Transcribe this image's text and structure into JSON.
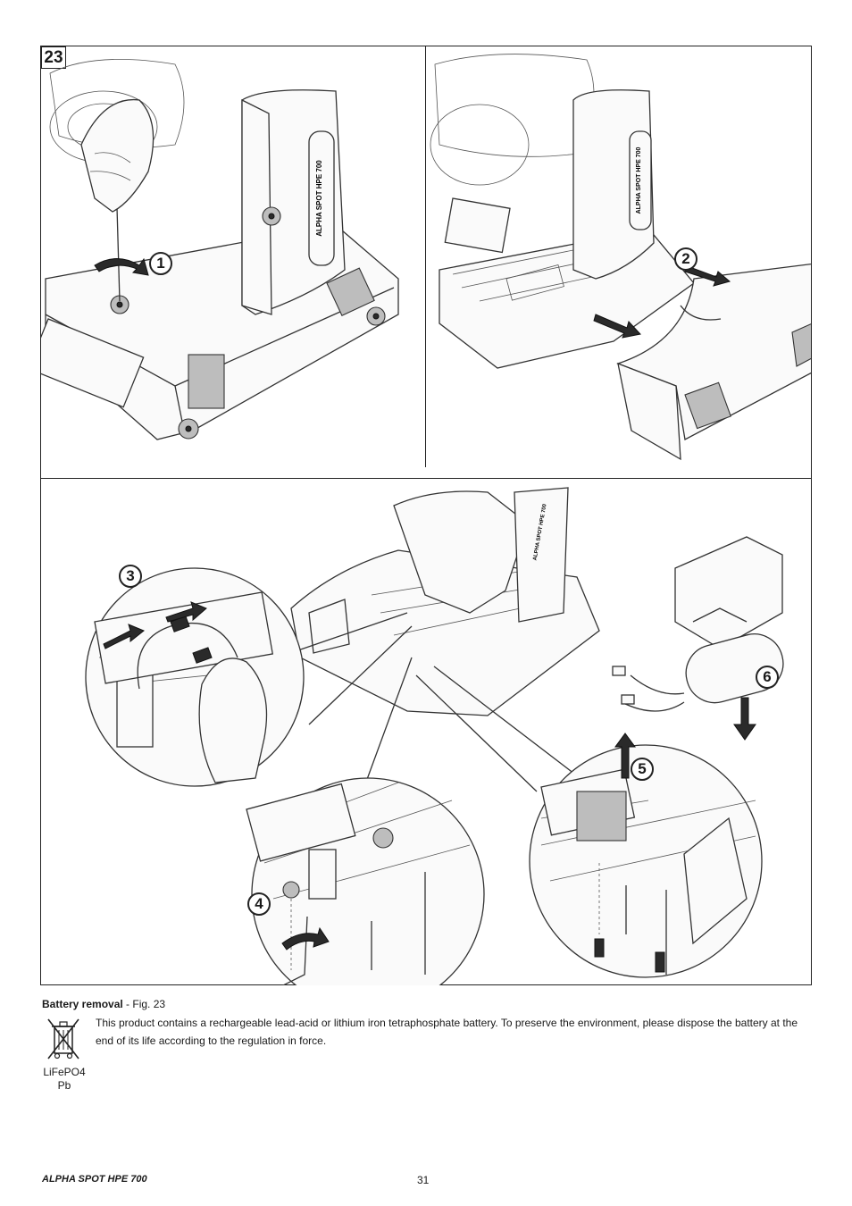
{
  "figure": {
    "number": "23",
    "steps": [
      "1",
      "2",
      "3",
      "4",
      "5",
      "6"
    ]
  },
  "device": {
    "side_label": "ALPHA SPOT HPE 700"
  },
  "caption": {
    "title": "Battery removal",
    "fig_ref": " - Fig. 23",
    "body": "This product contains a rechargeable lead-acid or lithium iron tetraphosphate battery. To preserve the environment, please dispose the battery at the end of its life according to the regulation in force."
  },
  "weee": {
    "icon": "crossed-bin-icon",
    "label_line1": "LiFePO4",
    "label_line2": "Pb"
  },
  "footer": {
    "product": "ALPHA SPOT HPE 700",
    "page": "31"
  }
}
